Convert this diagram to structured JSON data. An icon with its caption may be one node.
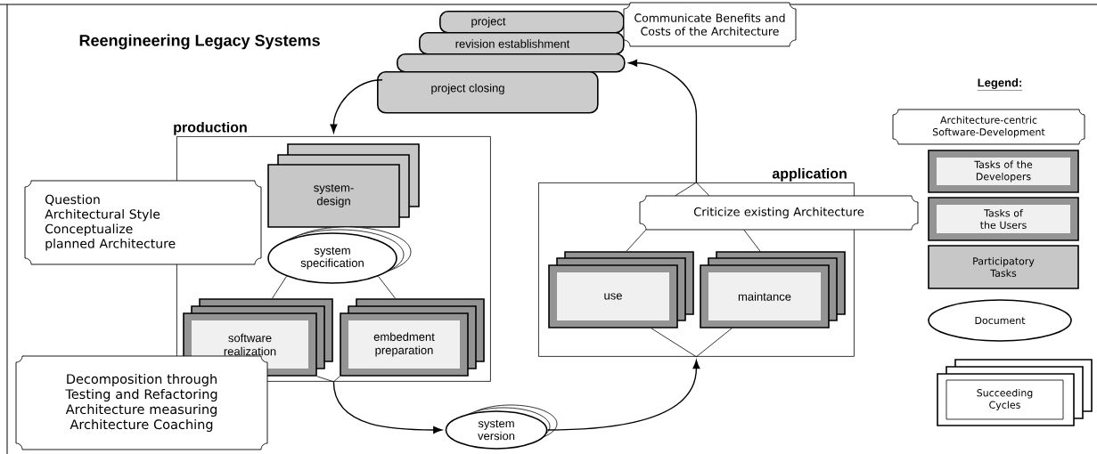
{
  "diagram": {
    "title": "Reengineering Legacy Systems",
    "nodes": [
      {
        "text": [
          "project"
        ]
      },
      {
        "text": [
          "revision establishment"
        ]
      },
      {
        "text": [],
        "shape": "box"
      },
      {
        "text": [
          "project closing"
        ]
      },
      {
        "text": [
          "Communicate Benefits and Costs of the Architecture"
        ]
      },
      {
        "text": [
          "production"
        ]
      },
      {
        "text": [
          "system-design"
        ],
        "in": 5
      },
      {
        "text": [
          "system specification"
        ],
        "in": 5
      },
      {
        "text": [
          "software realization"
        ],
        "in": 5
      },
      {
        "text": [
          "embedment preparation"
        ],
        "in": 5
      },
      {
        "text": [
          "Question Architectural Style Conceptualize planned Architecture"
        ]
      },
      {
        "text": [
          "Decomposition through Testing and Refactoring Architecture measuring Architecture Coaching"
        ]
      },
      {
        "text": [
          "system version"
        ]
      },
      {
        "text": [
          "application"
        ]
      },
      {
        "text": [
          "Criticize existing Architecture"
        ]
      },
      {
        "text": [
          "use"
        ],
        "in": 13
      },
      {
        "text": [
          "maintance"
        ],
        "in": 13
      }
    ],
    "edges": [
      {
        "from": 3,
        "to": 5,
        "arrow": "to"
      },
      {
        "from": 13,
        "to": 2,
        "arrow": "to"
      },
      {
        "from": 14,
        "to": 13,
        "arrow": "none"
      },
      {
        "from": 15,
        "to": 14,
        "arrow": "none"
      },
      {
        "from": 16,
        "to": 14,
        "arrow": "none"
      },
      {
        "from": 12,
        "to": 13,
        "arrow": "to"
      },
      {
        "from": 15,
        "to": 13,
        "arrow": "none"
      },
      {
        "from": 16,
        "to": 13,
        "arrow": "none"
      },
      {
        "from": 5,
        "to": 12,
        "arrow": "to"
      },
      {
        "from": 8,
        "to": 5,
        "arrow": "none"
      },
      {
        "from": 9,
        "to": 5,
        "arrow": "none"
      },
      {
        "from": 7,
        "to": 8,
        "arrow": "none"
      },
      {
        "from": 7,
        "to": 9,
        "arrow": "none"
      }
    ],
    "labels": [
      "Legend:"
    ],
    "legend": [
      {
        "text": "Architecture-centric Software-Development"
      },
      {
        "text": "Tasks of the Developers"
      },
      {
        "text": "Tasks of the Users"
      },
      {
        "text": "Participatory Tasks"
      },
      {
        "text": "Document"
      },
      {
        "text": "Succeeding Cycles"
      }
    ]
  }
}
